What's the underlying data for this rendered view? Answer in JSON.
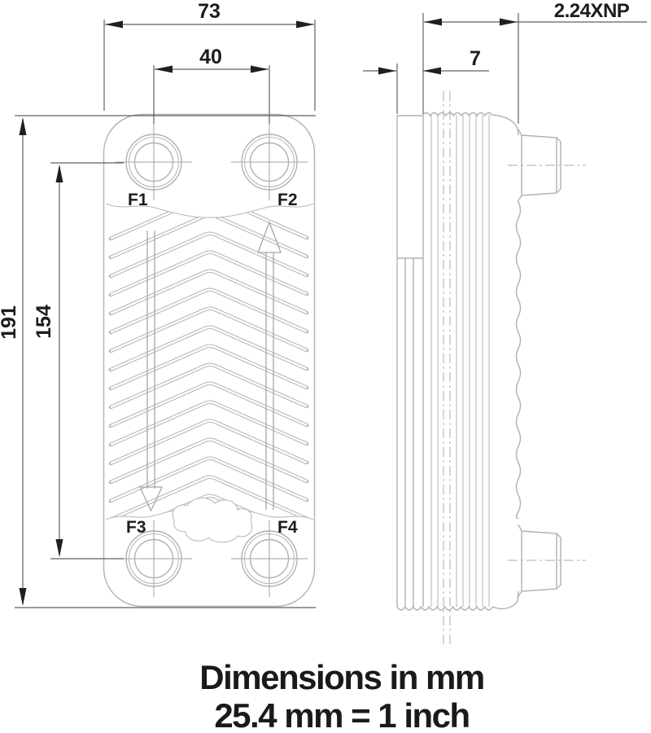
{
  "front": {
    "dim_width": "73",
    "dim_ports_h": "40",
    "dim_height": "191",
    "dim_ports_v": "154",
    "ports": {
      "f1": "F1",
      "f2": "F2",
      "f3": "F3",
      "f4": "F4"
    }
  },
  "side": {
    "dim_plate": "7",
    "dim_stack": "2.24XNP"
  },
  "caption": {
    "line1": "Dimensions in mm",
    "line2": "25.4 mm = 1 inch"
  },
  "colors": {
    "background": "#ffffff",
    "part_outline": "#aeb1b6",
    "dimension_line": "#5d6166",
    "text": "#1c1c1c"
  }
}
